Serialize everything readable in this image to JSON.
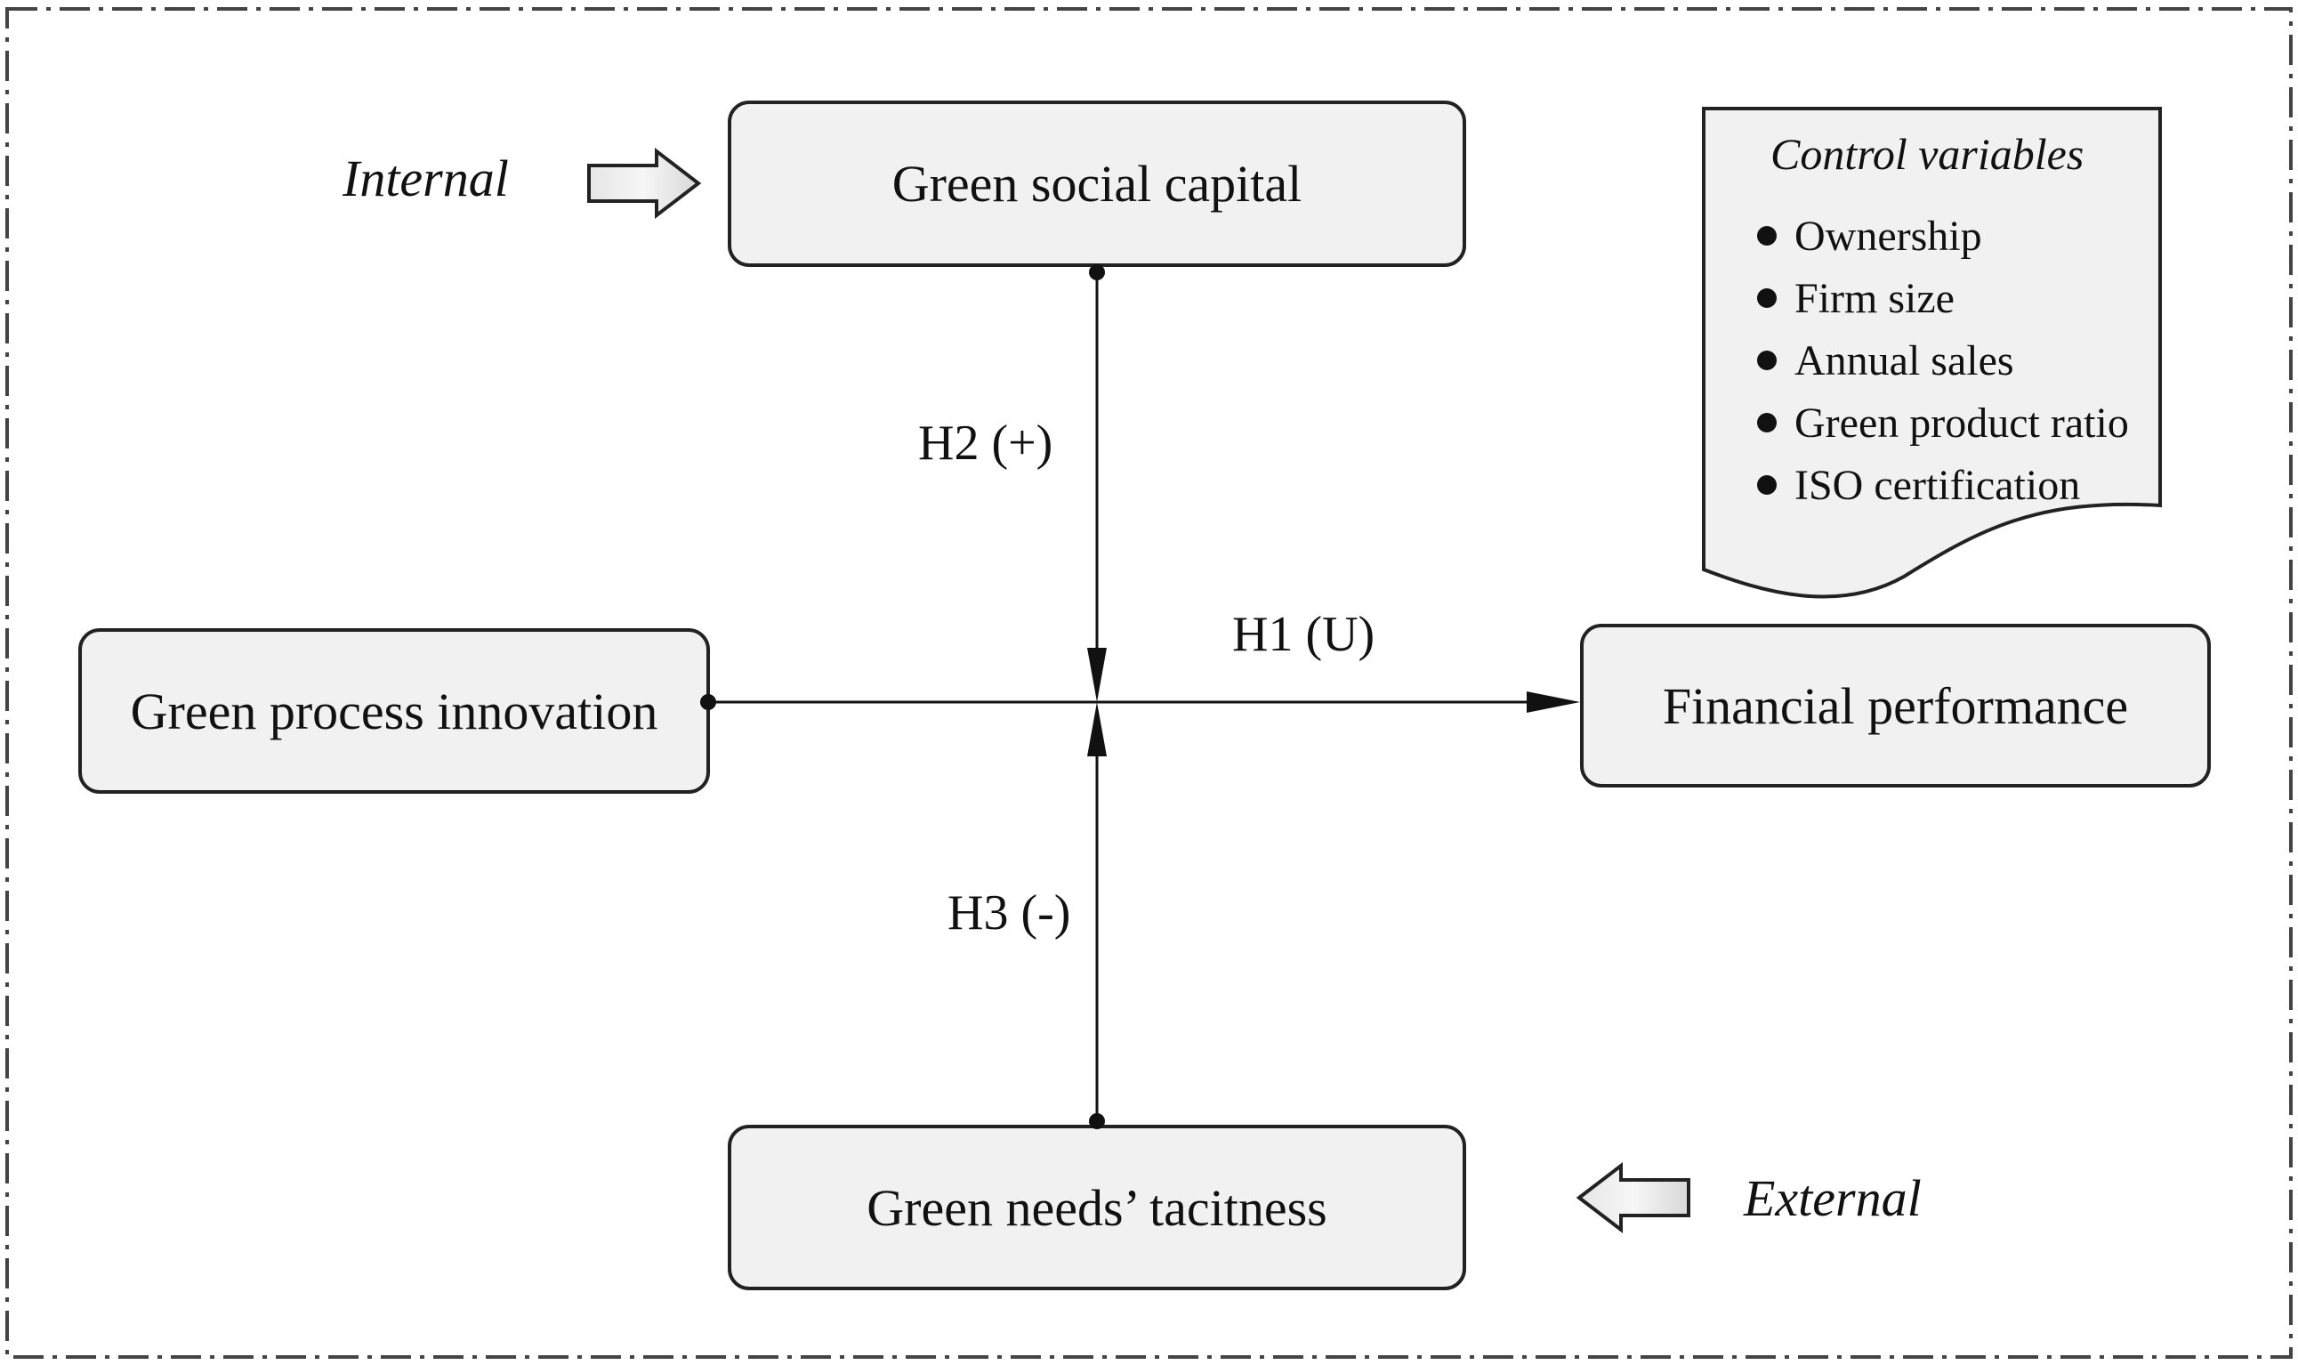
{
  "boxes": {
    "green_social_capital": "Green social capital",
    "green_process_innovation": "Green process innovation",
    "financial_performance": "Financial performance",
    "green_needs_tacitness": "Green needs’ tacitness"
  },
  "side_labels": {
    "internal": "Internal",
    "external": "External"
  },
  "hypotheses": {
    "h1": "H1 (U)",
    "h2": "H2 (+)",
    "h3": "H3 (-)"
  },
  "control_variables": {
    "title": "Control variables",
    "items": [
      "Ownership",
      "Firm size",
      "Annual sales",
      "Green product ratio",
      "ISO certification"
    ]
  }
}
